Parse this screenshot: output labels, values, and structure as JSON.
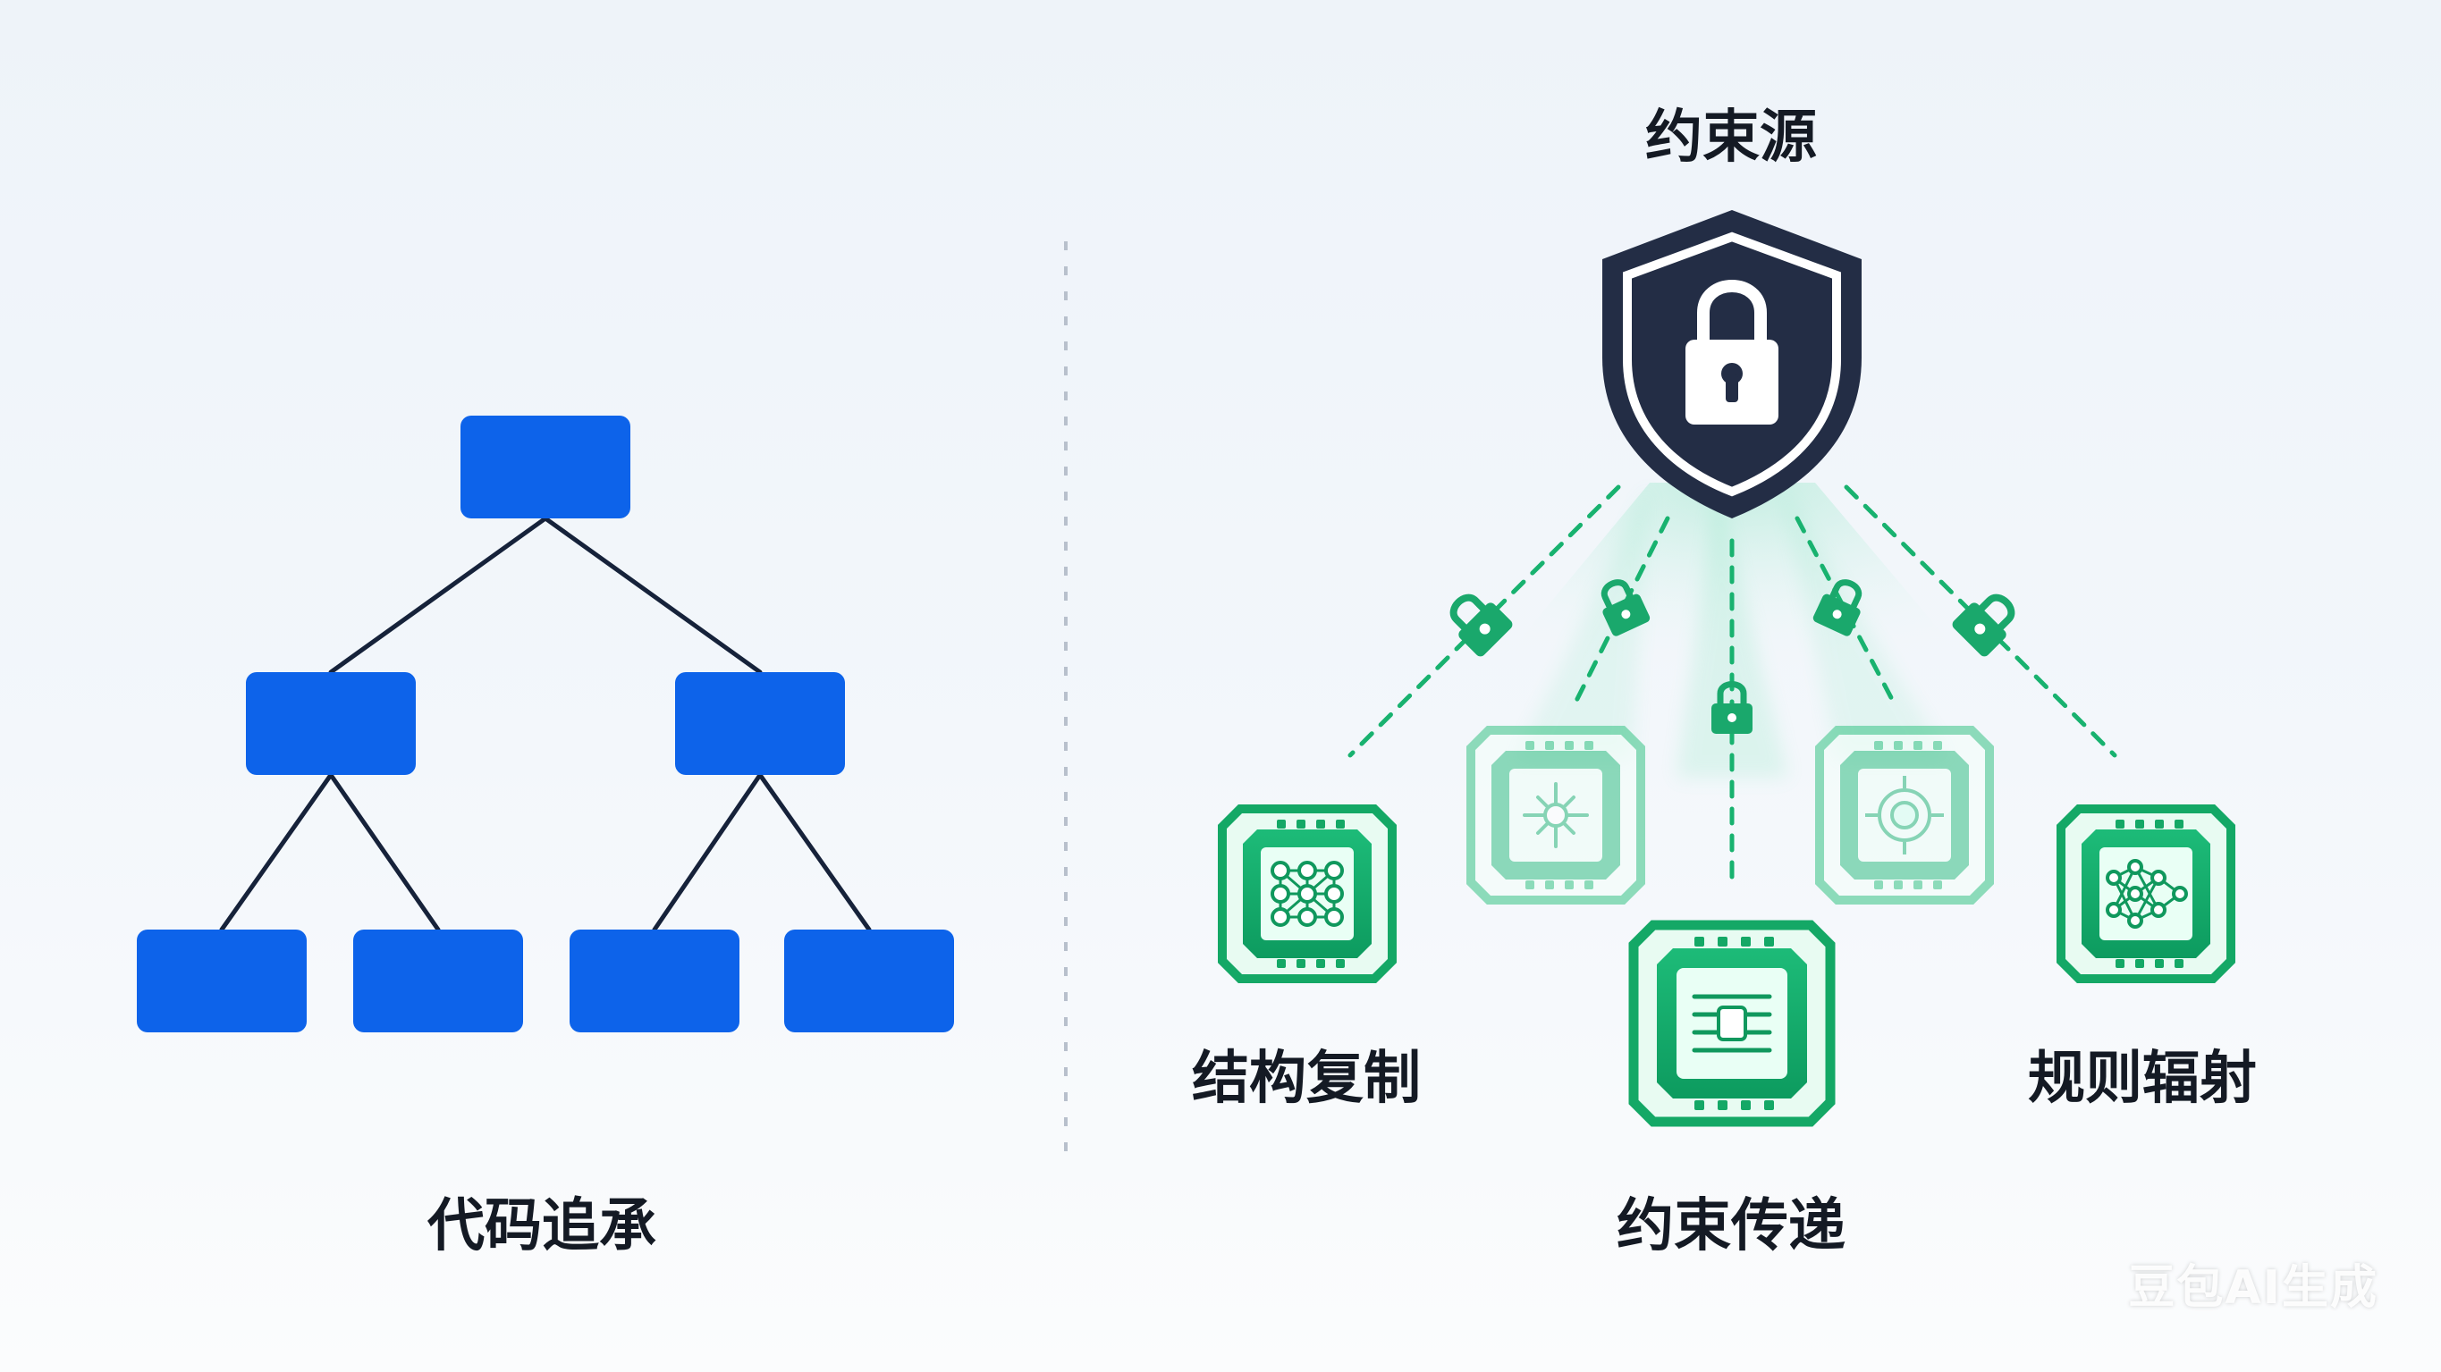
{
  "left_panel": {
    "caption": "代码追承"
  },
  "right_panel": {
    "source_label": "约束源",
    "left_node_label": "结构复制",
    "right_node_label": "规则辐射",
    "bottom_label": "约束传递"
  },
  "watermark": "豆包AI生成",
  "colors": {
    "tree_blue": "#0d63ea",
    "tree_line": "#16223a",
    "shield_navy": "#232d45",
    "chip_green": "#17a968",
    "chip_green_dark": "#078b51",
    "chip_light": "#8ee0bd",
    "divider": "#b8c0cc"
  }
}
